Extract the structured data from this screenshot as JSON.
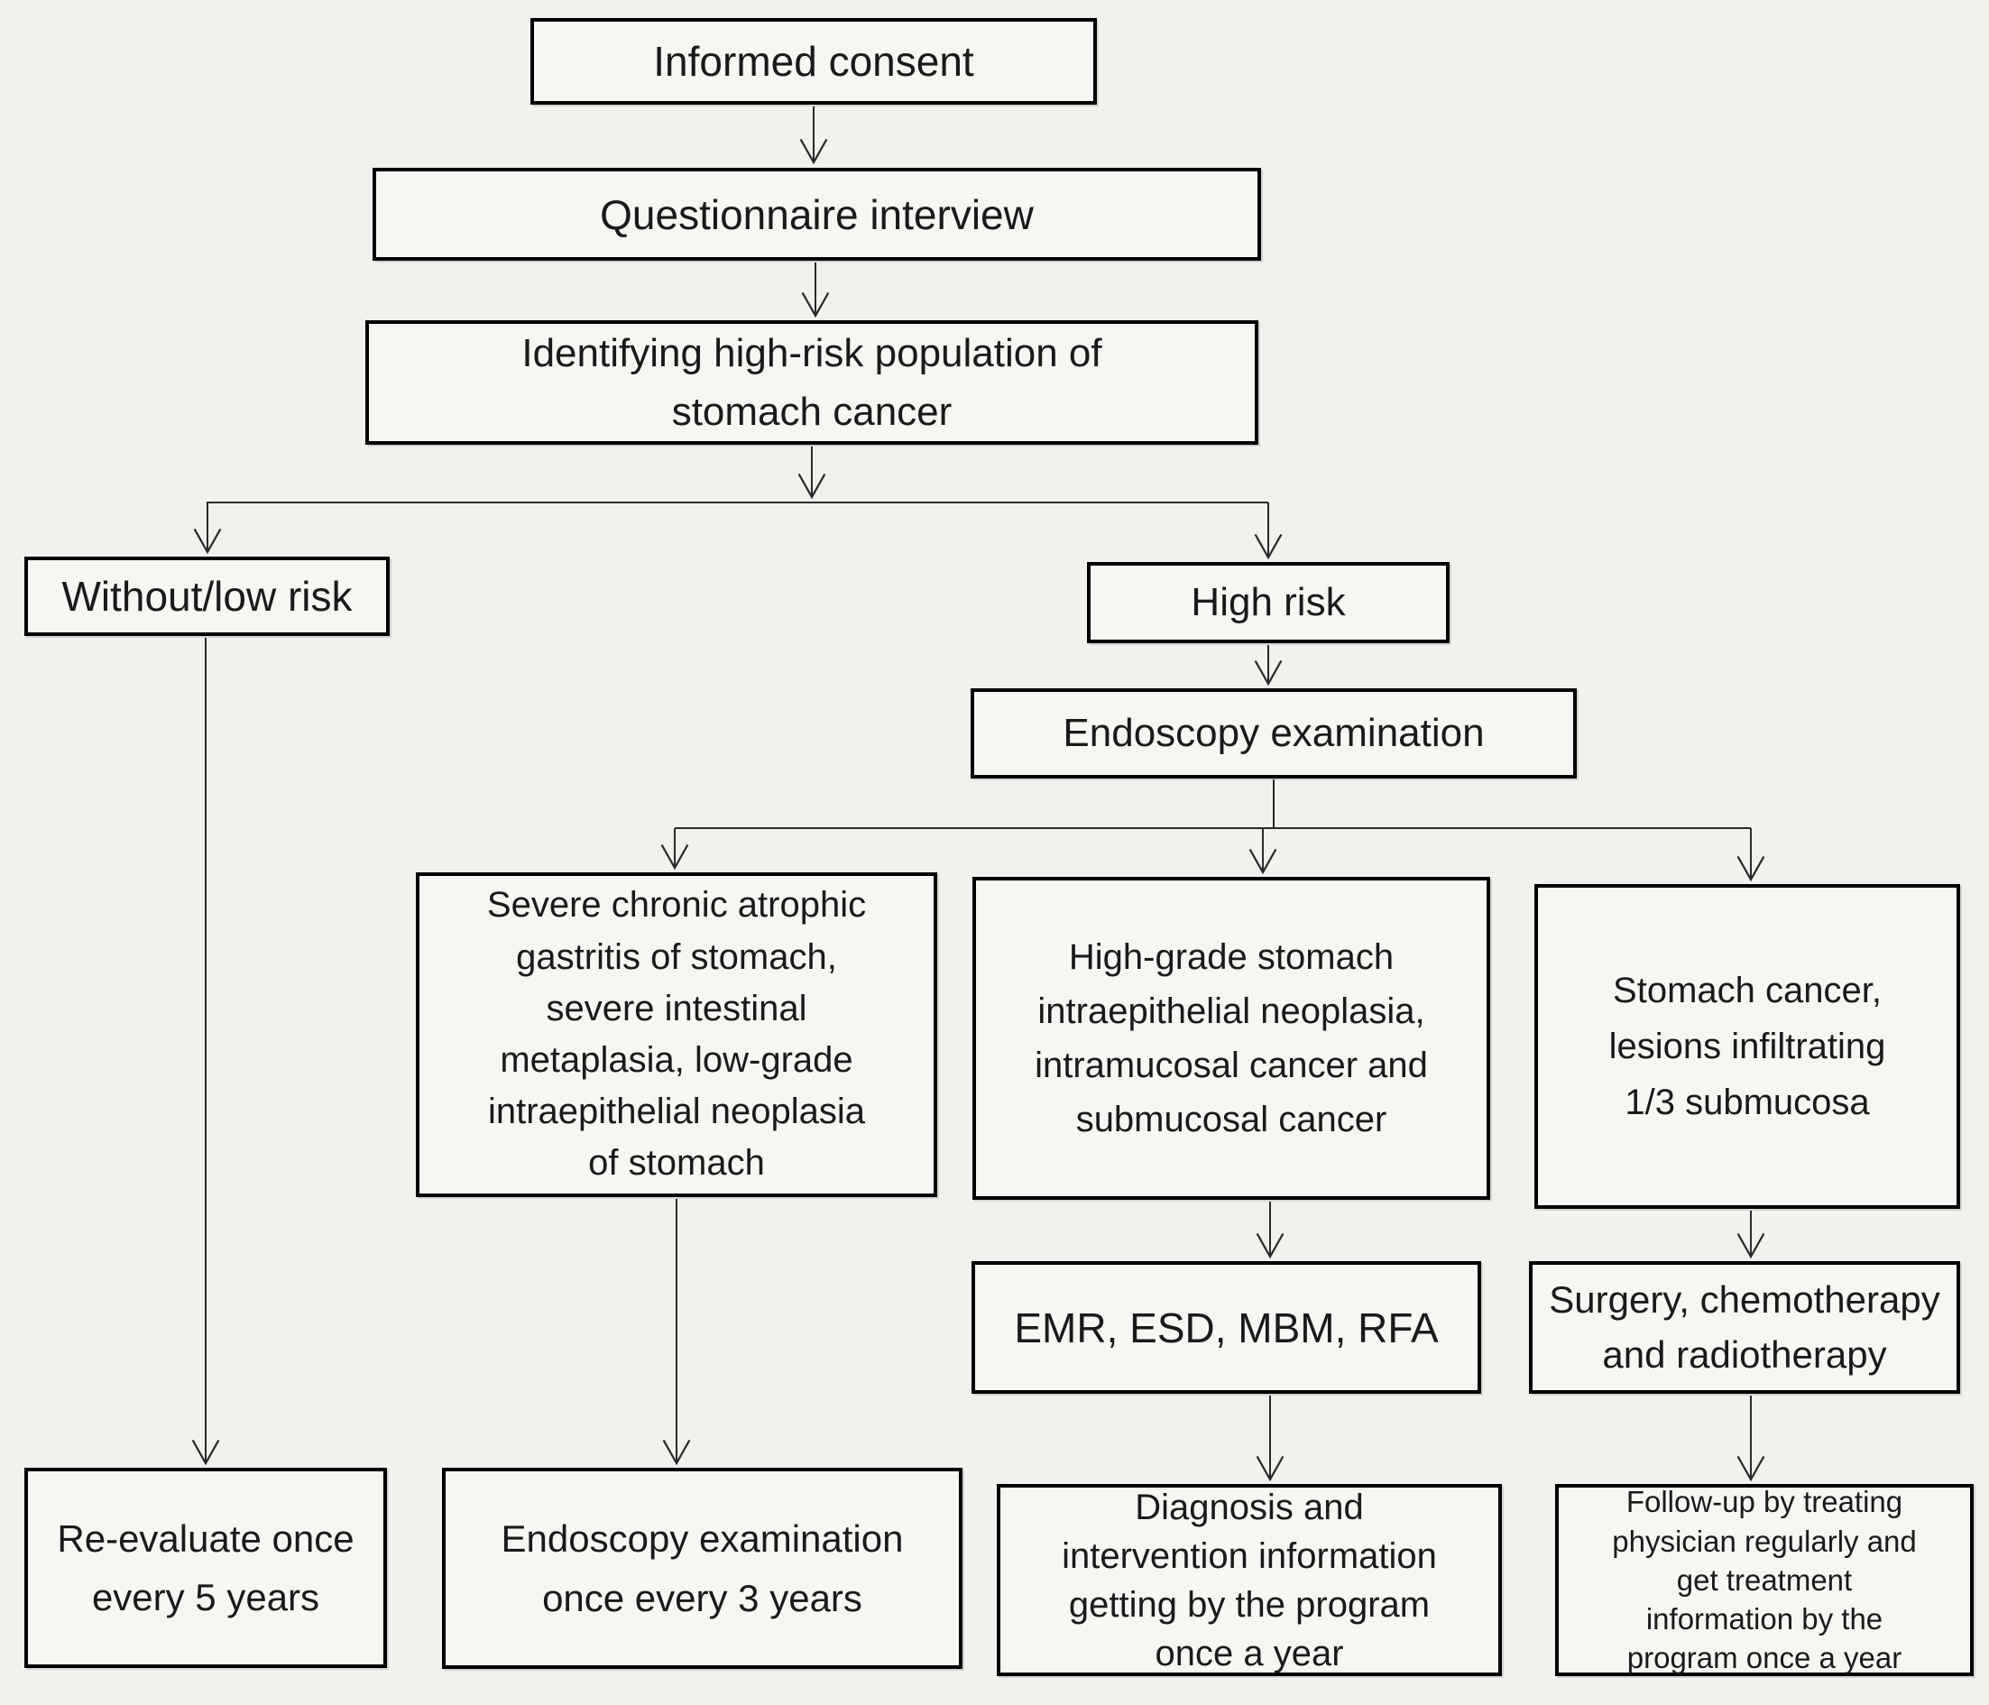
{
  "nodes": {
    "informed_consent": {
      "label": "Informed consent"
    },
    "questionnaire_interview": {
      "label": "Questionnaire interview"
    },
    "identifying_high_risk": {
      "label": "Identifying high-risk population of\nstomach cancer"
    },
    "without_low_risk": {
      "label": "Without/low risk"
    },
    "high_risk": {
      "label": "High risk"
    },
    "endoscopy_examination": {
      "label": "Endoscopy examination"
    },
    "severe_gastritis": {
      "label": "Severe chronic atrophic\ngastritis of stomach,\nsevere intestinal\nmetaplasia, low-grade\nintraepithelial neoplasia\nof stomach"
    },
    "high_grade_neoplasia": {
      "label": "High-grade stomach\nintraepithelial neoplasia,\nintramucosal cancer and\nsubmucosal cancer"
    },
    "stomach_cancer_lesions": {
      "label": "Stomach cancer,\nlesions infiltrating\n1/3 submucosa"
    },
    "emr_esd_mbm_rfa": {
      "label": "EMR, ESD, MBM, RFA"
    },
    "surgery_chemo_radio": {
      "label": "Surgery, chemotherapy\nand radiotherapy"
    },
    "re_evaluate_5_years": {
      "label": "Re-evaluate once\nevery 5 years"
    },
    "endoscopy_every_3_years": {
      "label": "Endoscopy examination\nonce every 3 years"
    },
    "diagnosis_intervention_yearly": {
      "label": "Diagnosis and\nintervention information\ngetting by the program\nonce a year"
    },
    "follow_up_yearly": {
      "label": "Follow-up by treating\nphysician regularly and\nget treatment\ninformation by the\nprogram once a year"
    }
  },
  "edges": [
    {
      "from": "informed_consent",
      "to": "questionnaire_interview"
    },
    {
      "from": "questionnaire_interview",
      "to": "identifying_high_risk"
    },
    {
      "from": "identifying_high_risk",
      "to": "without_low_risk"
    },
    {
      "from": "identifying_high_risk",
      "to": "high_risk"
    },
    {
      "from": "without_low_risk",
      "to": "re_evaluate_5_years"
    },
    {
      "from": "high_risk",
      "to": "endoscopy_examination"
    },
    {
      "from": "endoscopy_examination",
      "to": "severe_gastritis"
    },
    {
      "from": "endoscopy_examination",
      "to": "high_grade_neoplasia"
    },
    {
      "from": "endoscopy_examination",
      "to": "stomach_cancer_lesions"
    },
    {
      "from": "severe_gastritis",
      "to": "endoscopy_every_3_years"
    },
    {
      "from": "high_grade_neoplasia",
      "to": "emr_esd_mbm_rfa"
    },
    {
      "from": "emr_esd_mbm_rfa",
      "to": "diagnosis_intervention_yearly"
    },
    {
      "from": "stomach_cancer_lesions",
      "to": "surgery_chemo_radio"
    },
    {
      "from": "surgery_chemo_radio",
      "to": "follow_up_yearly"
    }
  ],
  "colors": {
    "background": "#f2f1ee",
    "box_fill": "#f7f6f3",
    "box_border": "#000000",
    "connector_line": "#2a2a2a",
    "text": "#1a1a1a"
  }
}
